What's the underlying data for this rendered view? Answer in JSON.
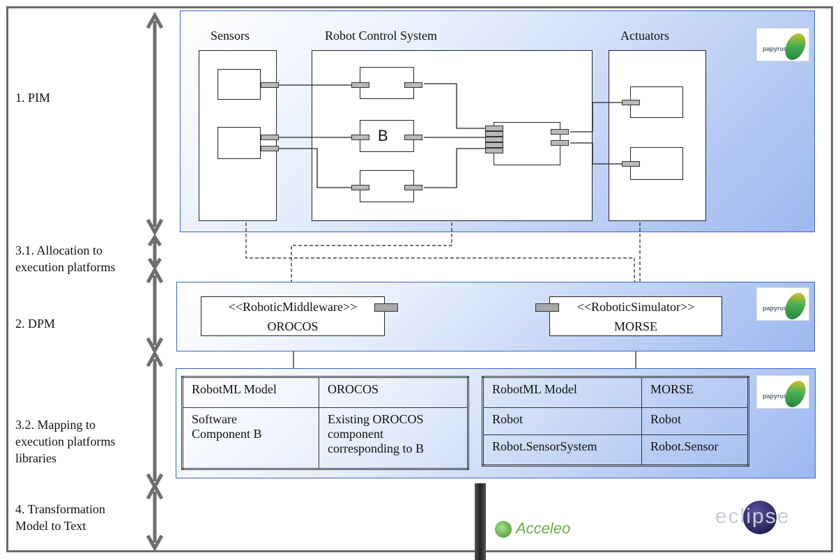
{
  "levels": {
    "pim": "1. PIM",
    "allocation": "3.1. Allocation to\nexecution platforms",
    "dpm": "2. DPM",
    "mapping": "3.2. Mapping to\nexecution platforms\nlibraries",
    "transformation": "4. Transformation\nModel to Text"
  },
  "pim": {
    "sensors_title": "Sensors",
    "rcs_title": "Robot Control System",
    "actuators_title": "Actuators",
    "component_b": "B"
  },
  "dpm": {
    "middleware_stereotype": "<<RoboticMiddleware>>",
    "middleware_name": "OROCOS",
    "simulator_stereotype": "<<RoboticSimulator>>",
    "simulator_name": "MORSE"
  },
  "mapping_left": {
    "header": [
      "RobotML Model",
      "OROCOS"
    ],
    "rows": [
      [
        "Software\nComponent B",
        "Existing OROCOS\ncomponent\ncorresponding to B"
      ]
    ]
  },
  "mapping_right": {
    "header": [
      "RobotML Model",
      "MORSE"
    ],
    "rows": [
      [
        "Robot",
        "Robot"
      ],
      [
        "Robot.SensorSystem",
        "Robot.Sensor"
      ]
    ]
  },
  "logos": {
    "papyrus": "papyrus",
    "acceleo": "Acceleo",
    "eclipse": "eclipse"
  },
  "colors": {
    "panel_blue": "#9db8f0",
    "panel_border": "#3a66c0"
  }
}
